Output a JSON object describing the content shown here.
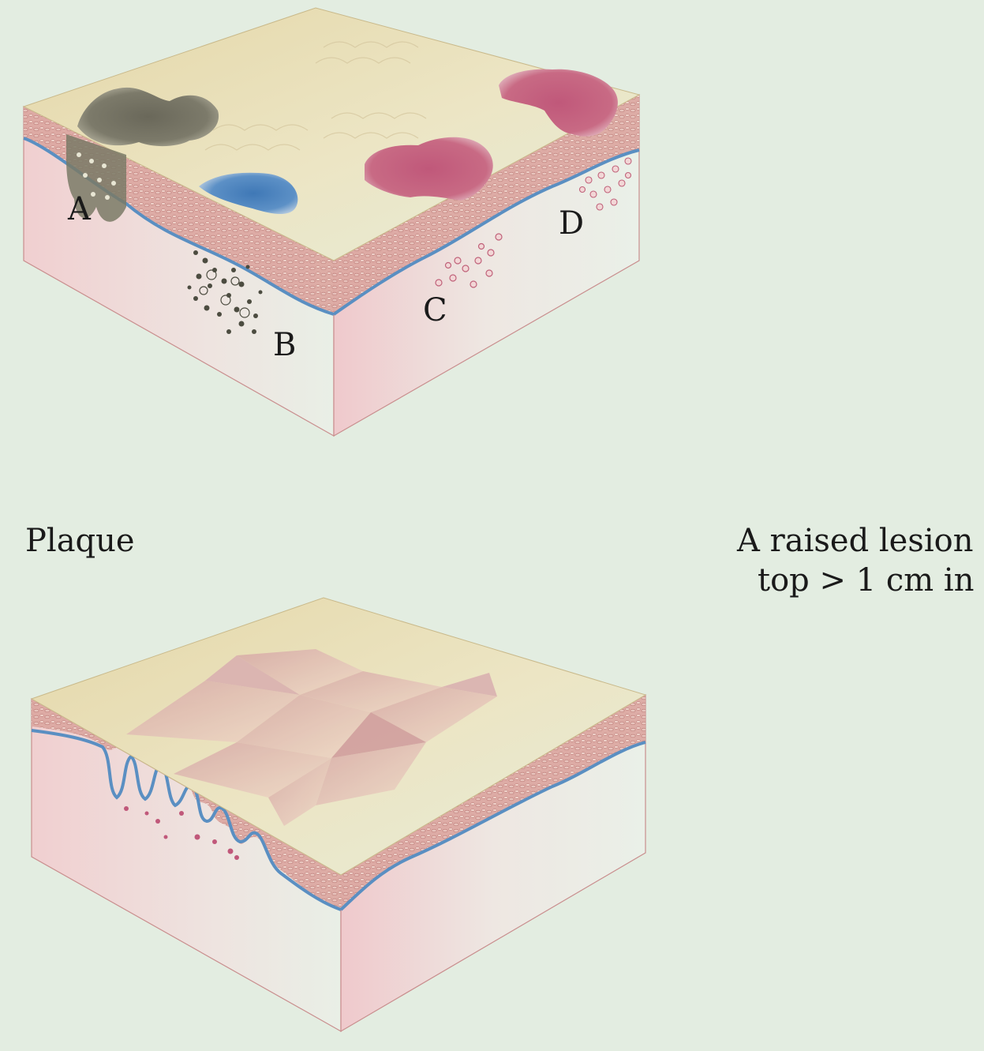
{
  "figure": {
    "labels": {
      "a": "A",
      "b": "B",
      "c": "C",
      "d": "D"
    }
  },
  "term": "Plaque",
  "definition": {
    "line1": "A raised lesion",
    "line2": "top > 1 cm in"
  },
  "colors": {
    "background": "#e3ede1",
    "skin_surface": "#ece3c0",
    "side_face": "#efd6d3",
    "epidermis": "#d49a96",
    "basement_membrane": "#5a8fc2",
    "macule_blue": "#4f86c0",
    "macule_pink": "#c4647e",
    "macule_gray": "#7a7866",
    "text": "#1a1a1a"
  }
}
